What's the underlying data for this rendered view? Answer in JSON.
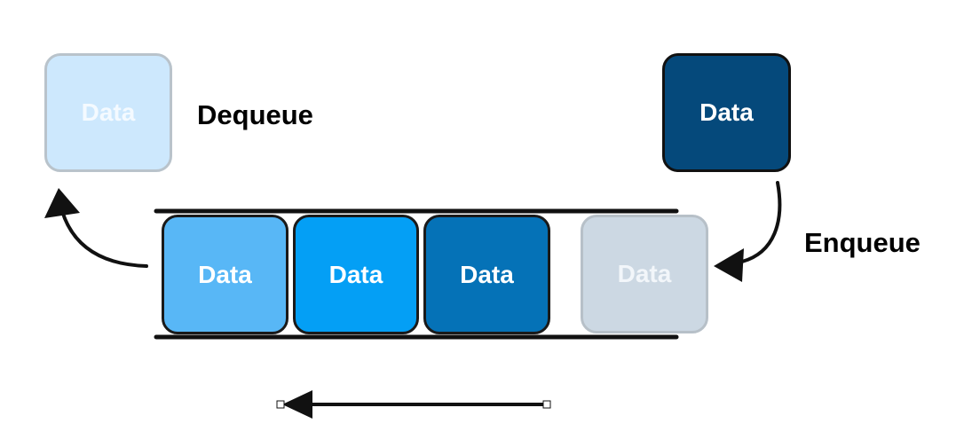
{
  "labels": {
    "dequeue": "Dequeue",
    "enqueue": "Enqueue"
  },
  "boxes": {
    "dequeued": {
      "text": "Data",
      "fill": "#cde8fd",
      "border": "#b9c3cb",
      "text_color": "#f4faff"
    },
    "incoming": {
      "text": "Data",
      "fill": "#05497b",
      "border": "#111111",
      "text_color": "#ffffff"
    },
    "queue_1": {
      "text": "Data",
      "fill": "#58b7f6",
      "border": "#1a1a1a",
      "text_color": "#ffffff"
    },
    "queue_2": {
      "text": "Data",
      "fill": "#049ff5",
      "border": "#1a1a1a",
      "text_color": "#ffffff"
    },
    "queue_3": {
      "text": "Data",
      "fill": "#0572b7",
      "border": "#1a1a1a",
      "text_color": "#ffffff"
    },
    "entering": {
      "text": "Data",
      "fill": "#ccd8e3",
      "border": "#b7c0c8",
      "text_color": "#f2f6fa"
    }
  },
  "colors": {
    "stroke": "#111111"
  }
}
